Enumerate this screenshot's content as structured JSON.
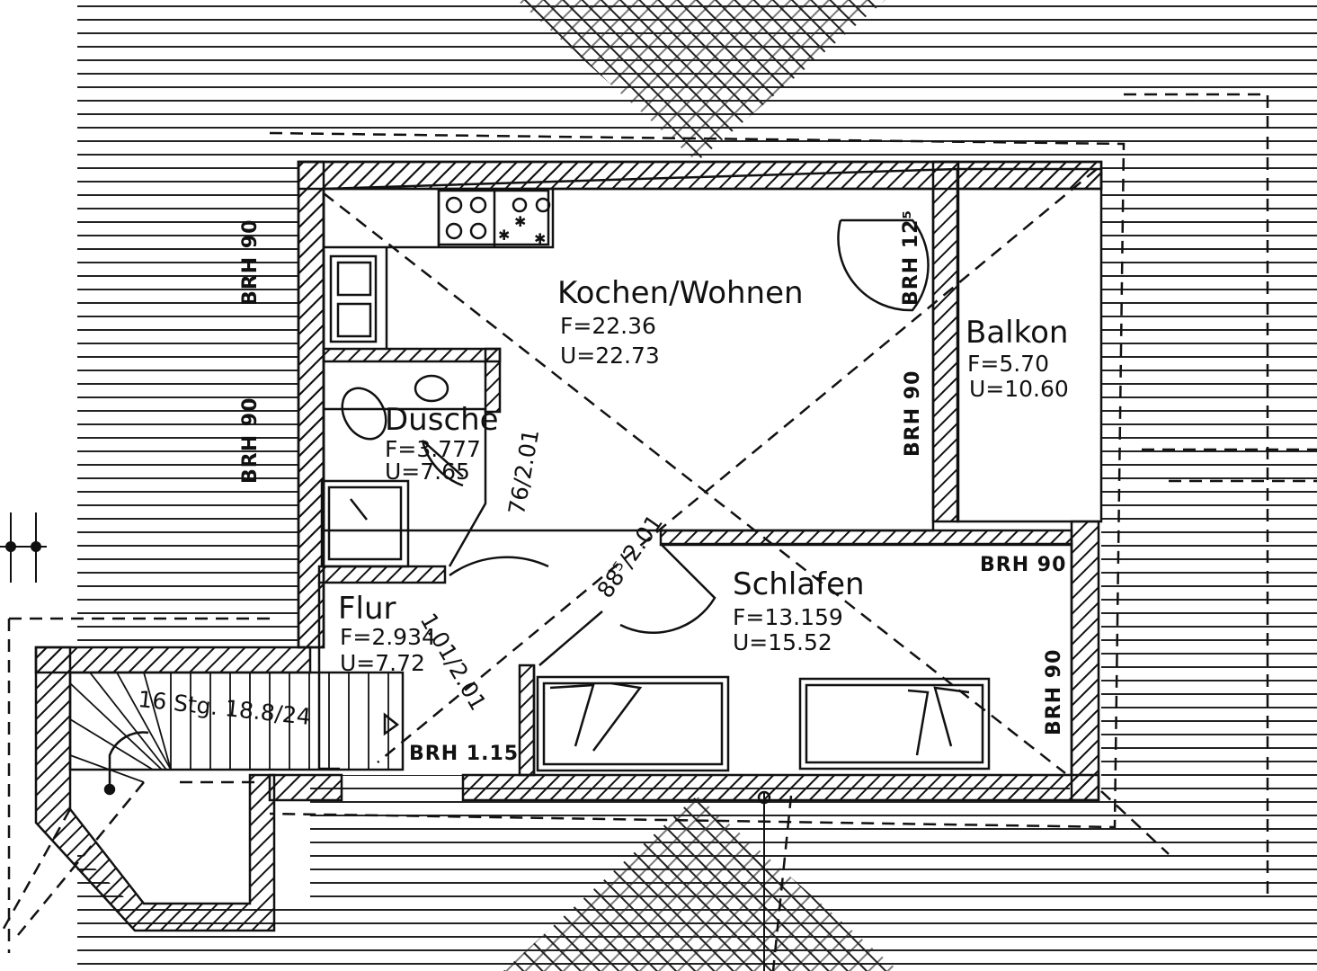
{
  "rooms": {
    "kochen": {
      "name": "Kochen/Wohnen",
      "f": "F=22.36",
      "u": "U=22.73"
    },
    "balkon": {
      "name": "Balkon",
      "f": "F=5.70",
      "u": "U=10.60"
    },
    "dusche": {
      "name": "Dusche",
      "f": "F=3.777",
      "u": "U=7.65"
    },
    "schlafen": {
      "name": "Schlafen",
      "f": "F=13.159",
      "u": "U=15.52"
    },
    "flur": {
      "name": "Flur",
      "f": "F=2.934",
      "u": "U=7.72"
    }
  },
  "window_heights": {
    "left_top": "BRH 90",
    "left_mid": "BRH 90",
    "kitchen_right": "BRH 90",
    "balkon_door": "BRH 12⁵",
    "schlafen_top": "BRH 90",
    "schlafen_right": "BRH 90",
    "stair_window": "BRH 1.15"
  },
  "door_sizes": {
    "dusche_door": "76/2.01",
    "schlafen_door": "88⁵/2.01",
    "flur_door": "1.01/2.01"
  },
  "stair": {
    "label": "16 Stg. 18.8/24"
  },
  "colors": {
    "line": "#111111",
    "background": "#ffffff"
  }
}
